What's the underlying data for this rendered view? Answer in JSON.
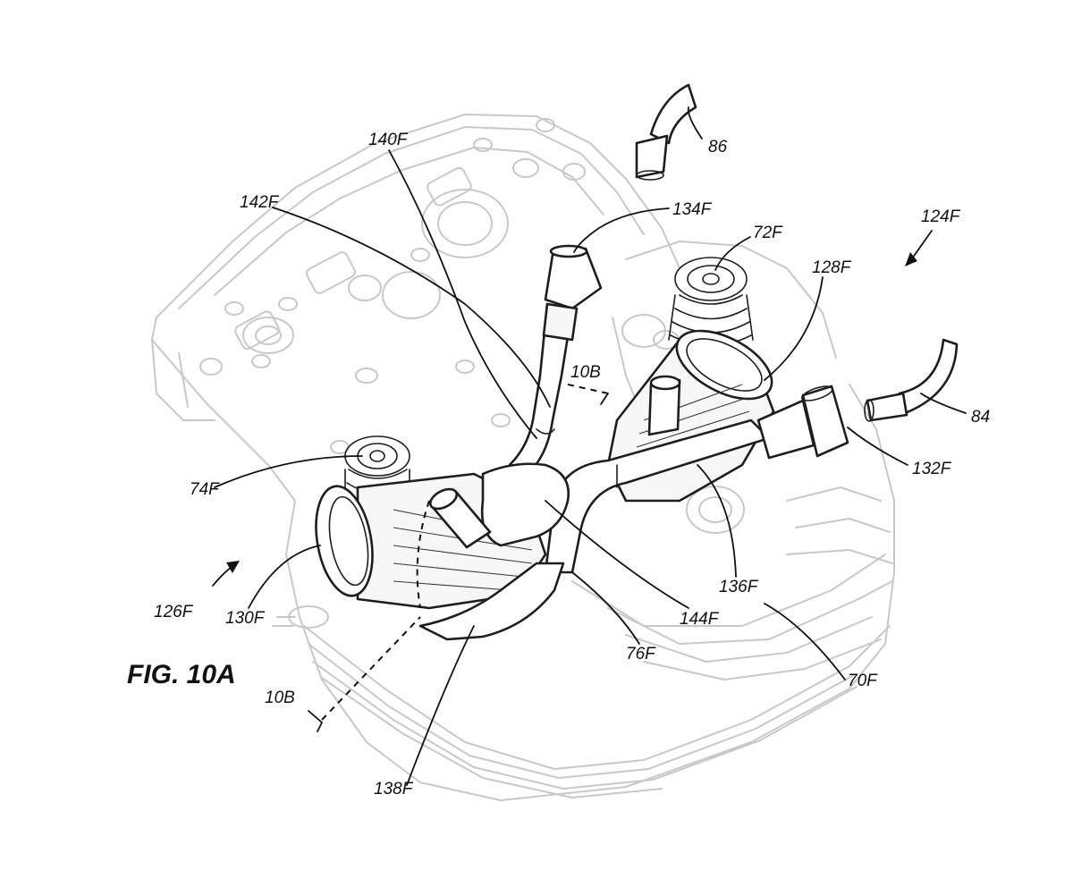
{
  "figure": {
    "label": "FIG. 10A",
    "references": [
      {
        "key": "r140F",
        "text": "140F"
      },
      {
        "key": "r86",
        "text": "86"
      },
      {
        "key": "r142F",
        "text": "142F"
      },
      {
        "key": "r134F",
        "text": "134F"
      },
      {
        "key": "r72F",
        "text": "72F"
      },
      {
        "key": "r124F",
        "text": "124F"
      },
      {
        "key": "r128F",
        "text": "128F"
      },
      {
        "key": "r10B_top",
        "text": "10B"
      },
      {
        "key": "r84",
        "text": "84"
      },
      {
        "key": "r132F",
        "text": "132F"
      },
      {
        "key": "r74F",
        "text": "74F"
      },
      {
        "key": "r136F",
        "text": "136F"
      },
      {
        "key": "r126F",
        "text": "126F"
      },
      {
        "key": "r130F",
        "text": "130F"
      },
      {
        "key": "r144F",
        "text": "144F"
      },
      {
        "key": "r76F",
        "text": "76F"
      },
      {
        "key": "r70F",
        "text": "70F"
      },
      {
        "key": "r10B_bottom",
        "text": "10B"
      },
      {
        "key": "r138F",
        "text": "138F"
      }
    ]
  }
}
